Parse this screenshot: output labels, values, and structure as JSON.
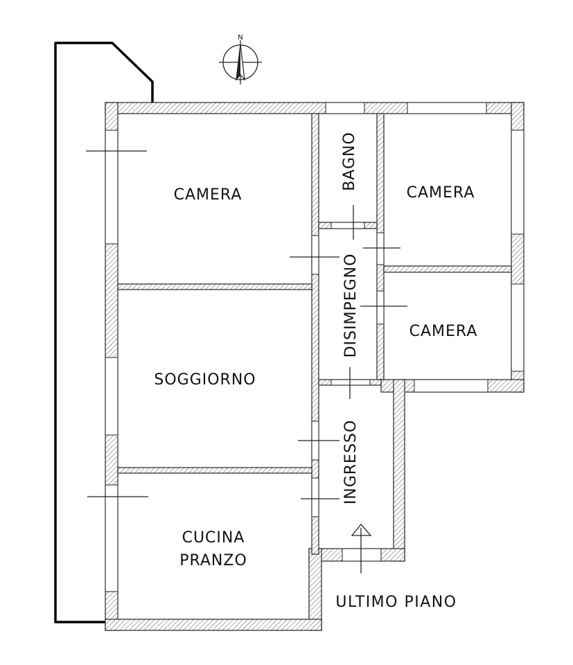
{
  "floor_plan": {
    "north_marker": "N",
    "rooms": [
      {
        "id": "camera-1",
        "label": "CAMERA"
      },
      {
        "id": "bagno",
        "label": "BAGNO"
      },
      {
        "id": "camera-2",
        "label": "CAMERA"
      },
      {
        "id": "disimpegno",
        "label": "DISIMPEGNO"
      },
      {
        "id": "camera-3",
        "label": "CAMERA"
      },
      {
        "id": "soggiorno",
        "label": "SOGGIORNO"
      },
      {
        "id": "ingresso",
        "label": "INGRESSO"
      },
      {
        "id": "cucina",
        "label_line1": "CUCINA",
        "label_line2": "PRANZO"
      }
    ],
    "floor_note": "ULTIMO PIANO"
  }
}
